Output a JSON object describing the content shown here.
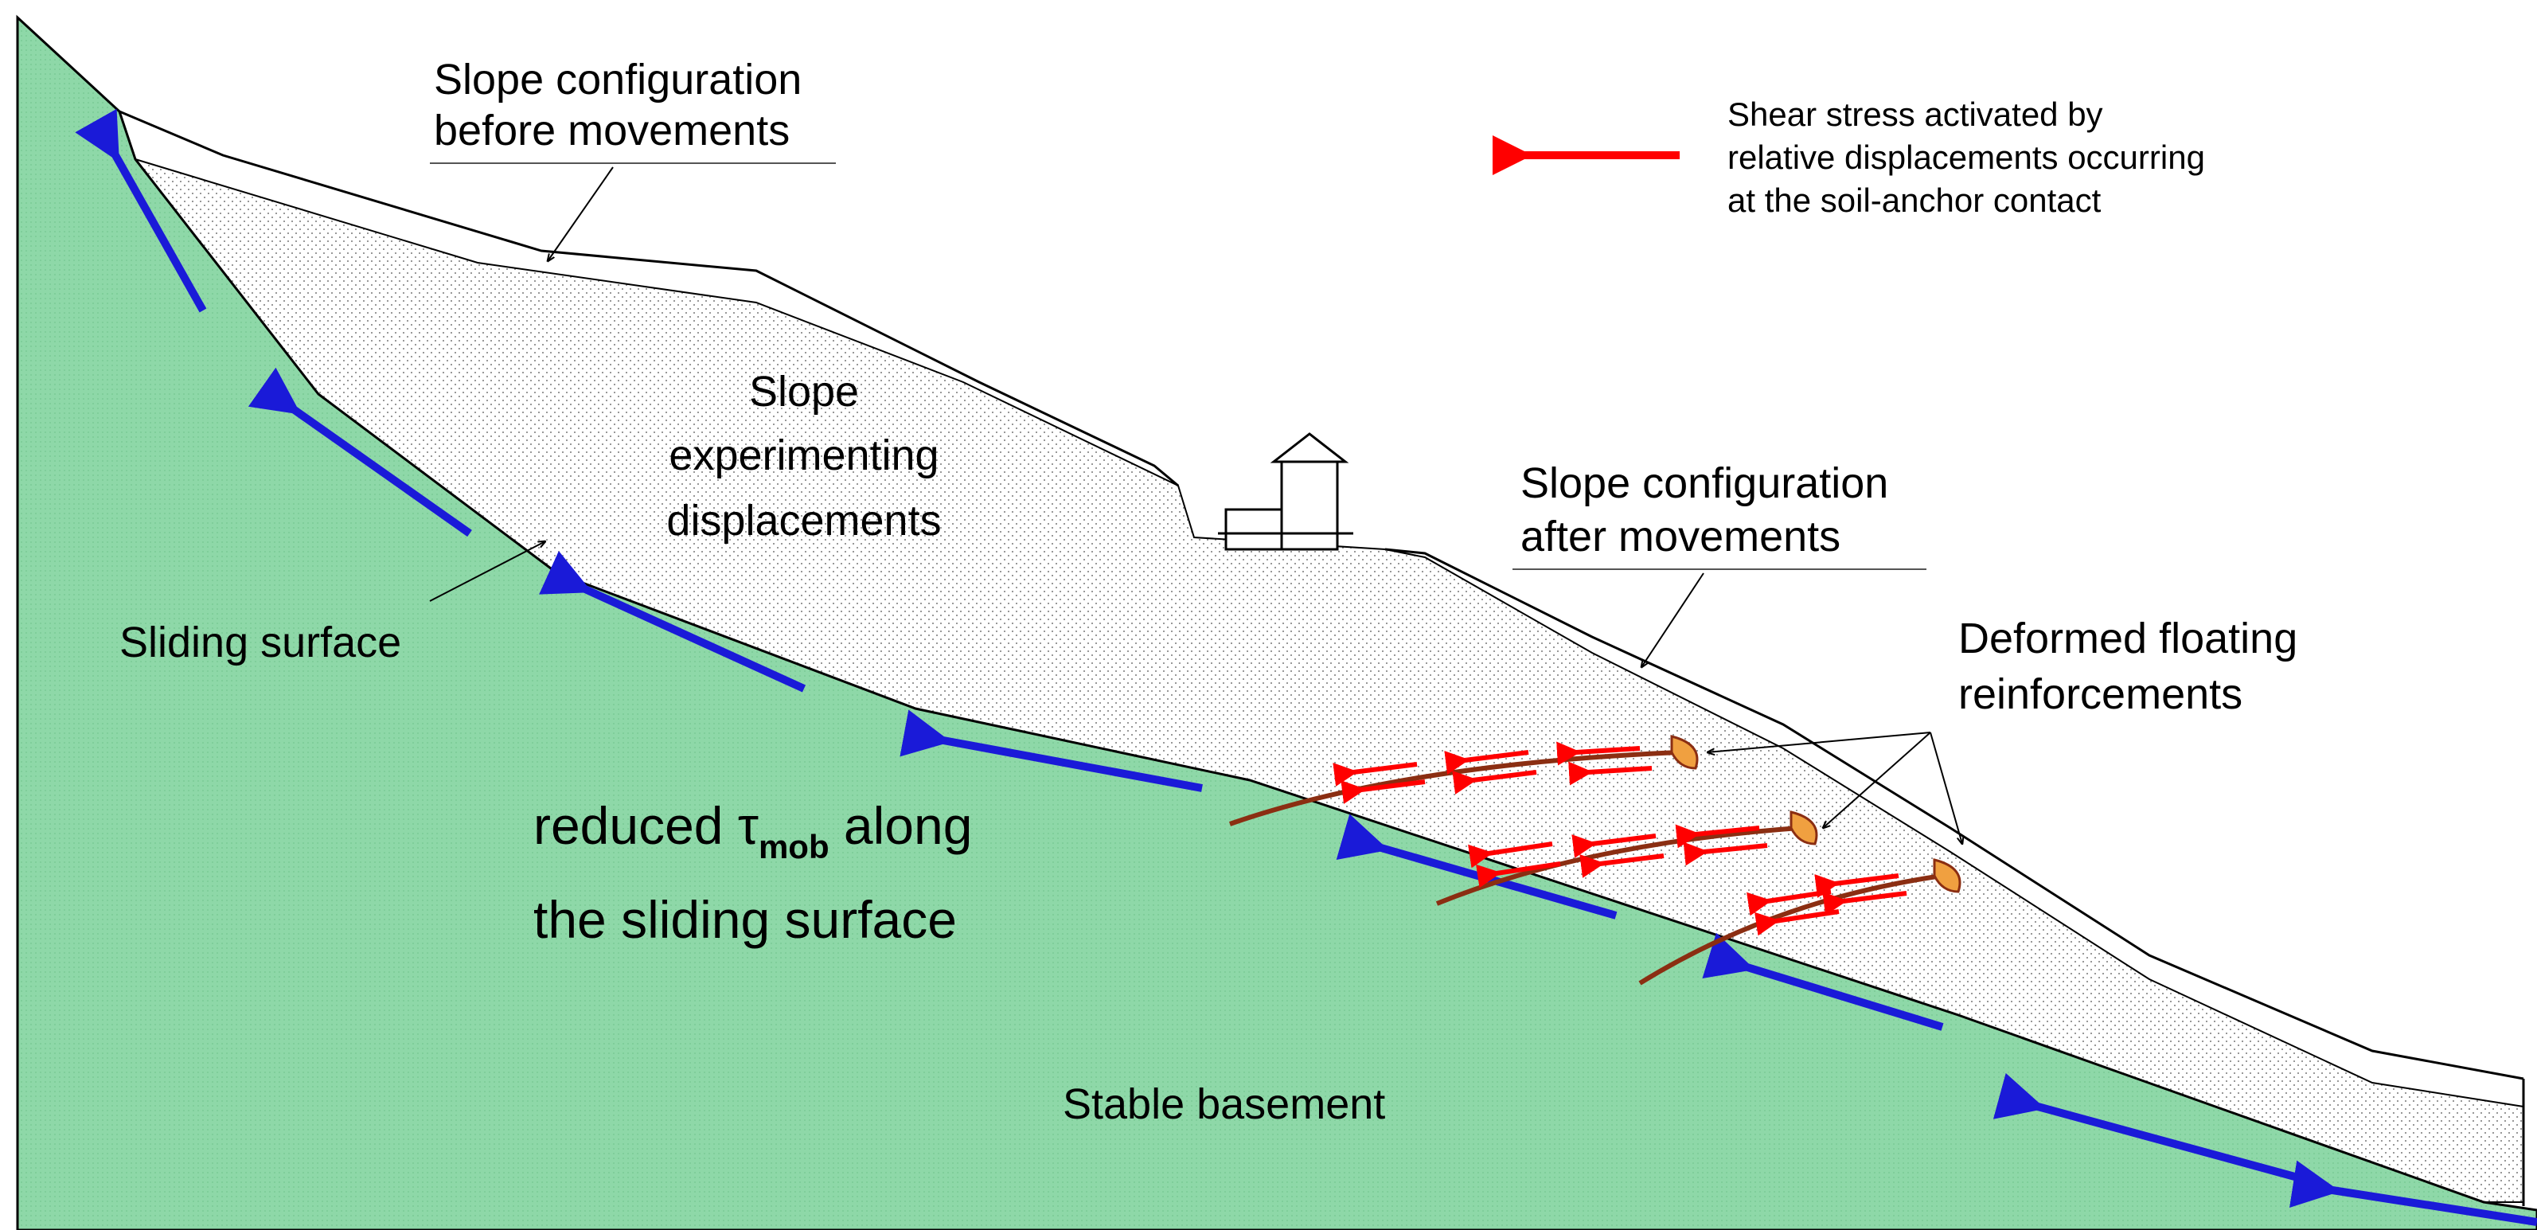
{
  "labels": {
    "before_line1": "Slope configuration",
    "before_line2": "before movements",
    "legend_line1": "Shear stress activated by",
    "legend_line2": "relative displacements occurring",
    "legend_line3": "at the soil-anchor contact",
    "slope_line1": "Slope",
    "slope_line2": "experimenting",
    "slope_line3": "displacements",
    "after_line1": "Slope configuration",
    "after_line2": "after movements",
    "sliding_surface": "Sliding surface",
    "deformed_line1": "Deformed floating",
    "deformed_line2": "reinforcements",
    "reduced_prefix": "reduced ",
    "tau_symbol": "τ",
    "tau_subscript": "mob",
    "reduced_suffix": " along",
    "reduced_line2": "the sliding surface",
    "stable_basement": "Stable basement"
  },
  "colors": {
    "basement_fill": "#8ed8a8",
    "slip_arrow": "#1a1ad8",
    "shear_arrow": "#ff0000",
    "anchor_bar": "#8b2e12",
    "anchor_head": "#f0a040",
    "outline": "#000000"
  }
}
